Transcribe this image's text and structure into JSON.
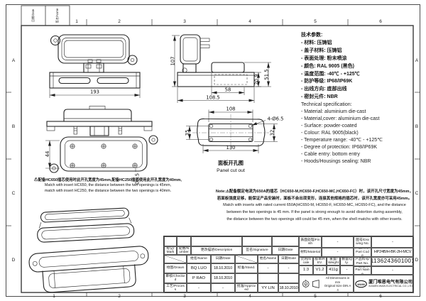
{
  "frame": {
    "zones_h": [
      "1",
      "2",
      "3",
      "4",
      "5",
      "6"
    ],
    "zones_v": [
      "A",
      "B",
      "C",
      "D"
    ],
    "corner": {
      "date": "日期/Date",
      "name": "签名/Name"
    }
  },
  "views": {
    "front": {
      "w": "193"
    },
    "side": {
      "h": "107",
      "d": "108.5",
      "w": "58",
      "h2": "51.5",
      "h3": "20.9"
    },
    "face": {
      "h": "44",
      "hole": "Ø6.5"
    },
    "cutout": {
      "w_top": "108",
      "w_bottom": "130",
      "h_left": "35",
      "h_right": "32",
      "holes": "4-Ø6.5",
      "caption_cn": "面板开孔图",
      "caption_en": "Panel cut out"
    }
  },
  "spec_cn": {
    "title": "技术参数:",
    "lines": [
      "- 材料: 压铸铝",
      "- 盖子材料: 压铸铝",
      "- 表面处理: 粉末喷涂",
      "- 颜色: RAL 9005 (黑色)",
      "- 温度范围: -40℃ - +125℃",
      "- 防护等级: IP68/IP69K",
      "- 出线方向: 底部出线",
      "- 密封元件: NBR"
    ]
  },
  "spec_en": {
    "title": "Technical specification:",
    "lines": [
      "- Material: aluminium die-cast",
      "- Material,cover: aluminium die-cast",
      "- Surface: powder-coated",
      "- Colour: RAL 9005(black)",
      "- Temperature range: -40℃ - +125℃",
      "- Degree of protection: IP68/IP69K",
      "- Cable entry: bottom entry",
      "- Hoods/Housings sealing: NBR"
    ]
  },
  "note_panel": {
    "lines": [
      "⚠配备HC650插芯使用时此开孔宽度为45mm,配备HC250插芯使用此开孔宽度为40mm,",
      "Match with insert HC650, the distance between the two openings is 45mm,",
      "match with insert HC250, the distance between the two openings is 40mm."
    ]
  },
  "note_main": {
    "lines": [
      "Note:⚠配备额定电流为650A的插芯（HC650-M,HC650-F,HC650-MC,HC650-FC）时，该开孔尺寸宽度为45mm，",
      "若面板强度足够，能保证产品安装时，面板不会出现变形，连接其他规格的插芯时，该开孔宽度亦可采用45mm。",
      "Match with inserts with rated current 650A(HC650-M, HC650-F, HC650-MC, HC650-FC), and the distance",
      "between the two openings is 45 mm. If the panel is strong enough to avoid distortion during assembly,",
      "the distance between the two openings still could be 45 mm, when the shell matchs with other inserts."
    ]
  },
  "titleblock": {
    "rev_row": {
      "mark": "标记/Mark",
      "number": "处数/Number",
      "description": "更改描述/Description",
      "signature": "签名/Signature",
      "date": "日期/Date"
    },
    "sub": {
      "name": "姓名/Name",
      "date": "日期/Date"
    },
    "sign": {
      "drawn_label": "绘图/Drawn",
      "drawn_name": "BQ LUO",
      "drawn_date": "18.10.2010",
      "checked_label": "审核/Checked",
      "checked_name": "P RAO",
      "checked_date": "18.10.2010",
      "process_label": "工艺/Process",
      "process_name": "-",
      "process_date": "-",
      "stand_label": "标准/Stand.",
      "stand_name": "-",
      "stand_date": "-",
      "approved_label": "批准/Approved",
      "approved_name": "YY LIN",
      "approved_date": "18.10.2010"
    },
    "info": {
      "finish_label": "表面处理/Finish",
      "finish": "-",
      "material_label": "材料/Material",
      "material": "-",
      "drawing_no_label": "图号/Drawing No.",
      "drawing_no": "-",
      "part_code_label": "产品代号/Part Code",
      "part_code": "HP24B/H-BK-2H-MCV",
      "part_no_label": "产品料号/Part No.",
      "part_no": "1136243601001",
      "part_name_label": "产品名称/Part Name",
      "part_name": "-",
      "scale_label": "比例/Scale",
      "scale": "1:3",
      "rev_label": "版本/REV.",
      "rev": "V1.2",
      "weight_label": "重量/Weight",
      "weight": "411g",
      "qty_label": "数量/Qty.",
      "qty": "-",
      "dim_note1": "All Dimensions in mm",
      "dim_note2": "Original Size DIN A 4"
    },
    "company": {
      "logo": "WAIN",
      "cn": "厦门唯恩电气有限公司",
      "en": "XIAMEN WAIN ELECTRICAL CO.,LTD"
    }
  }
}
